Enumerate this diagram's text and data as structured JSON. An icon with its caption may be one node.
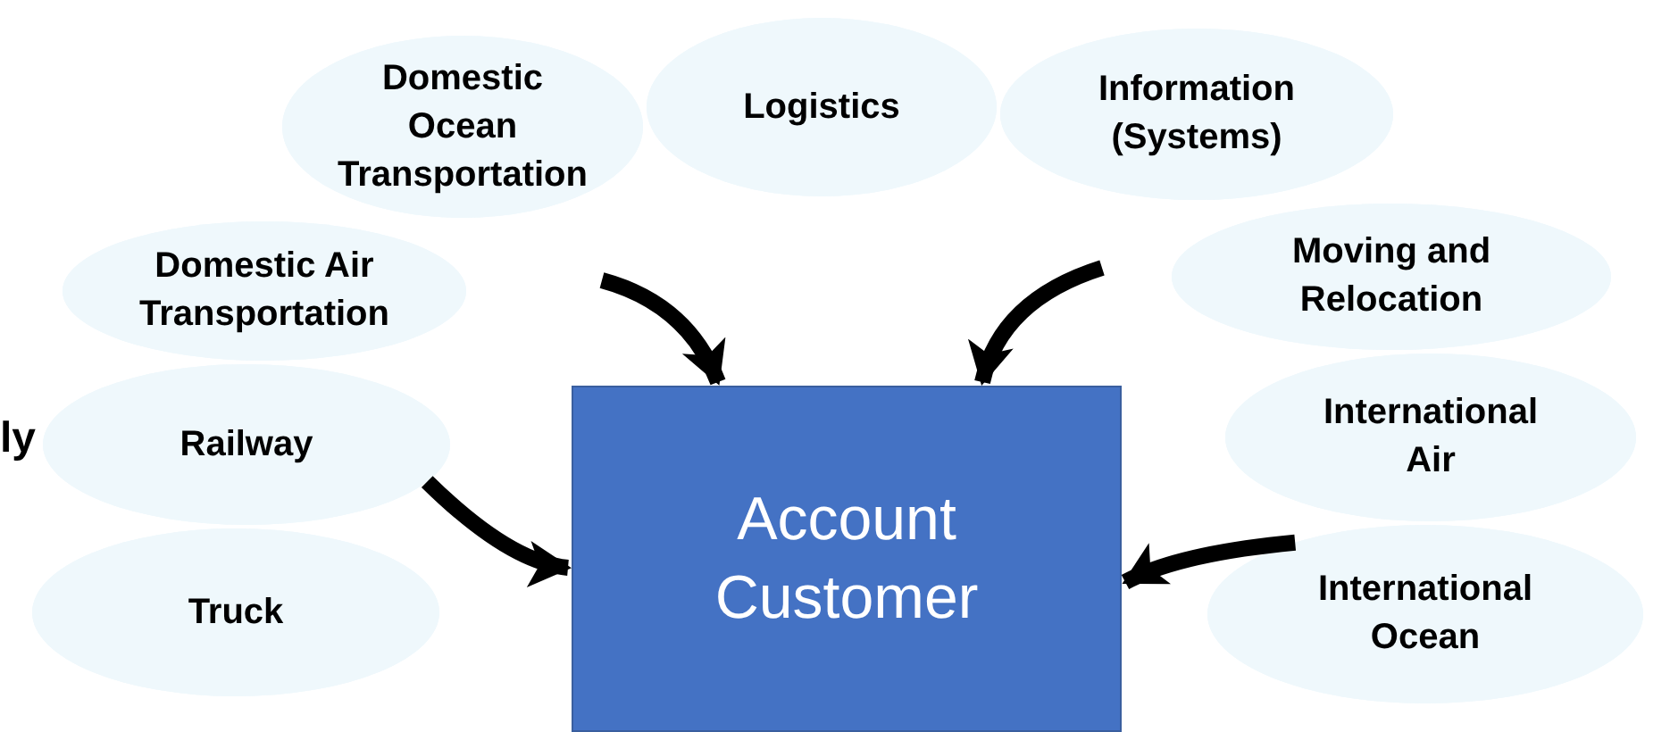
{
  "diagram": {
    "nodes": [
      {
        "text": [
          "Domestic Ocean Transportation"
        ]
      },
      {
        "text": [
          "Logistics"
        ]
      },
      {
        "text": [
          "Information (Systems)"
        ]
      },
      {
        "text": [
          "Domestic Air Transportation"
        ]
      },
      {
        "text": [
          "Moving and Relocation"
        ]
      },
      {
        "text": [
          "Railway"
        ]
      },
      {
        "text": [
          "International Air"
        ]
      },
      {
        "text": [
          "Truck"
        ]
      },
      {
        "text": [
          "International Ocean"
        ]
      },
      {
        "text": [
          "Account Customer"
        ]
      }
    ],
    "edges": [
      {
        "from": null,
        "to": 9,
        "arrow": "to"
      },
      {
        "from": null,
        "to": 9,
        "arrow": "to"
      },
      {
        "from": 5,
        "to": 9,
        "arrow": "to"
      },
      {
        "from": 8,
        "to": 9,
        "arrow": "to"
      }
    ],
    "labels": [
      "ly"
    ]
  }
}
